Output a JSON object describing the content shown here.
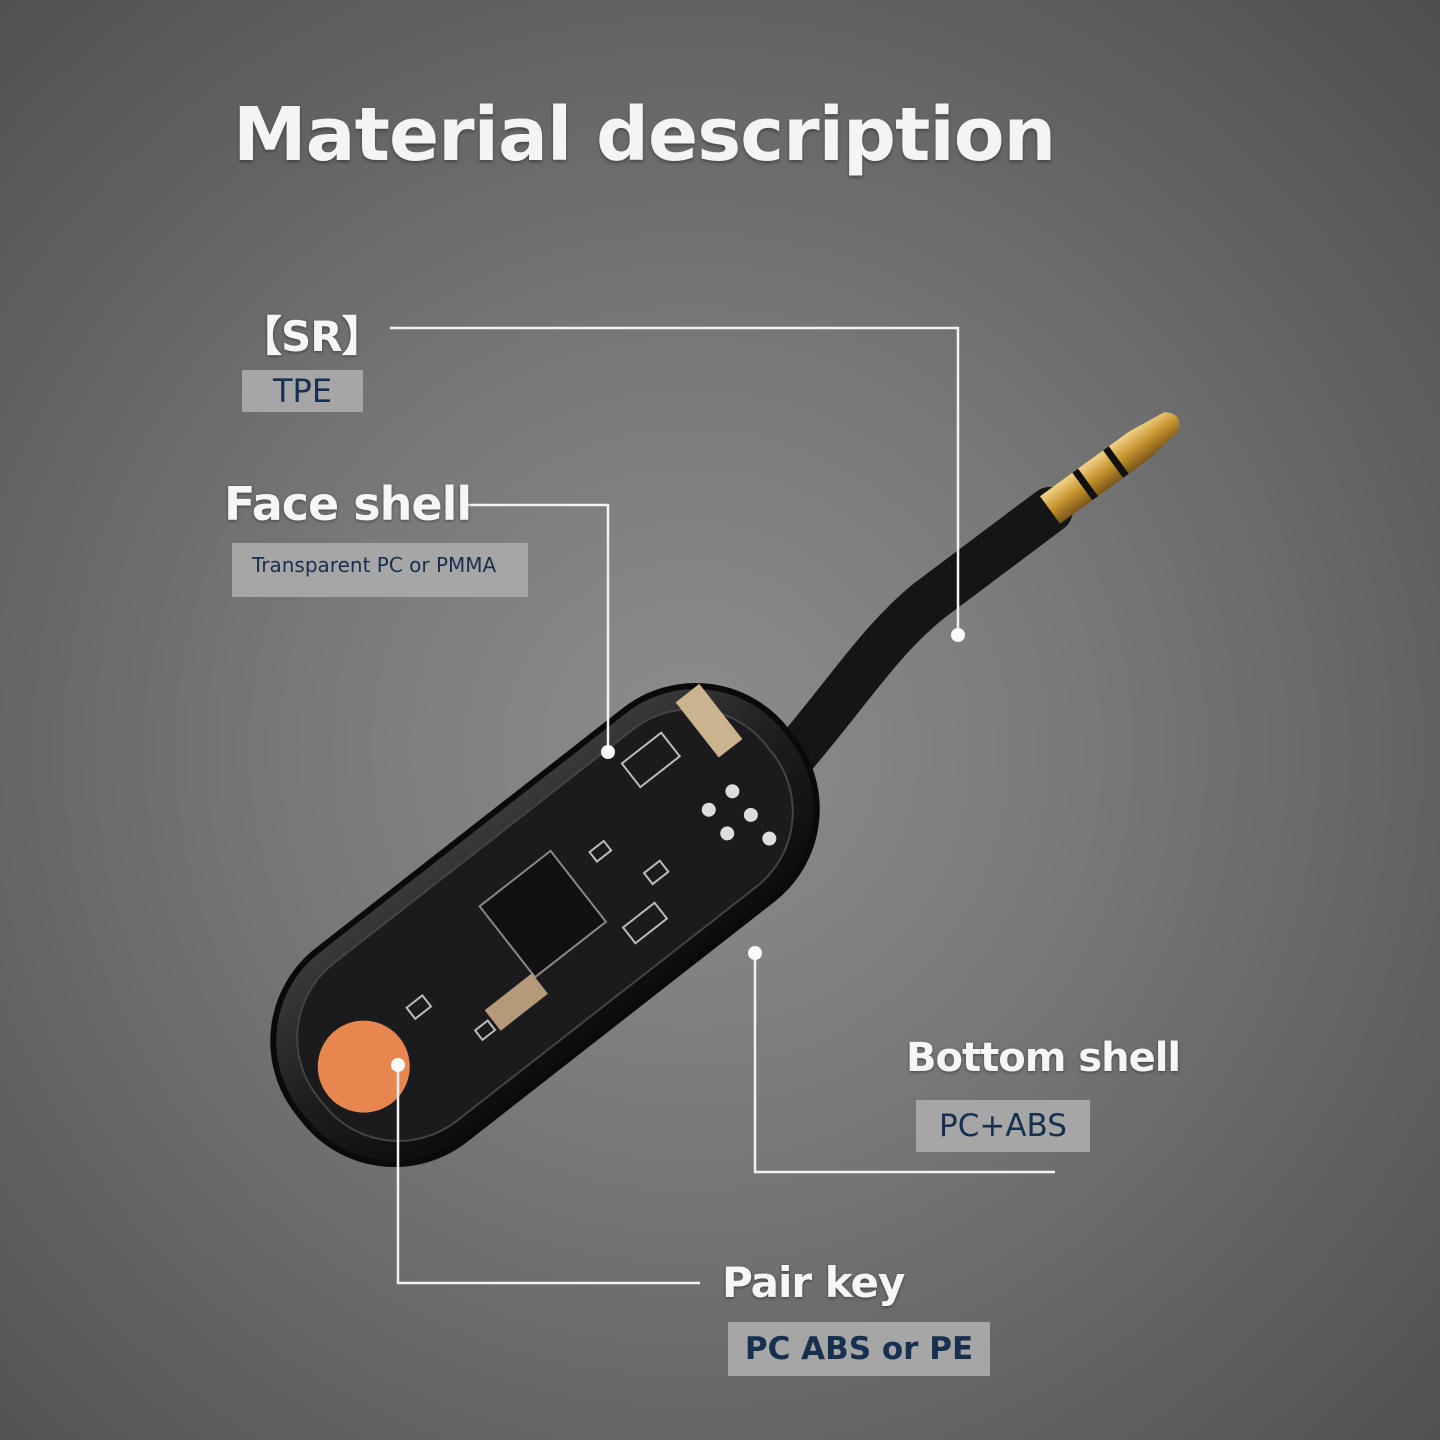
{
  "title": "Material description",
  "callouts": [
    {
      "name": "【SR】",
      "material": "TPE"
    },
    {
      "name": "Face shell",
      "material": "Transparent PC or PMMA"
    },
    {
      "name": "Bottom shell",
      "material": "PC+ABS"
    },
    {
      "name": "Pair key",
      "material": "PC ABS or PE"
    }
  ],
  "colors": {
    "background": "#7a7a7a",
    "label_box": "#a6a6a6",
    "label_text": "#173050",
    "pair_key": "#e8864f",
    "plug": "#c99a3c"
  }
}
